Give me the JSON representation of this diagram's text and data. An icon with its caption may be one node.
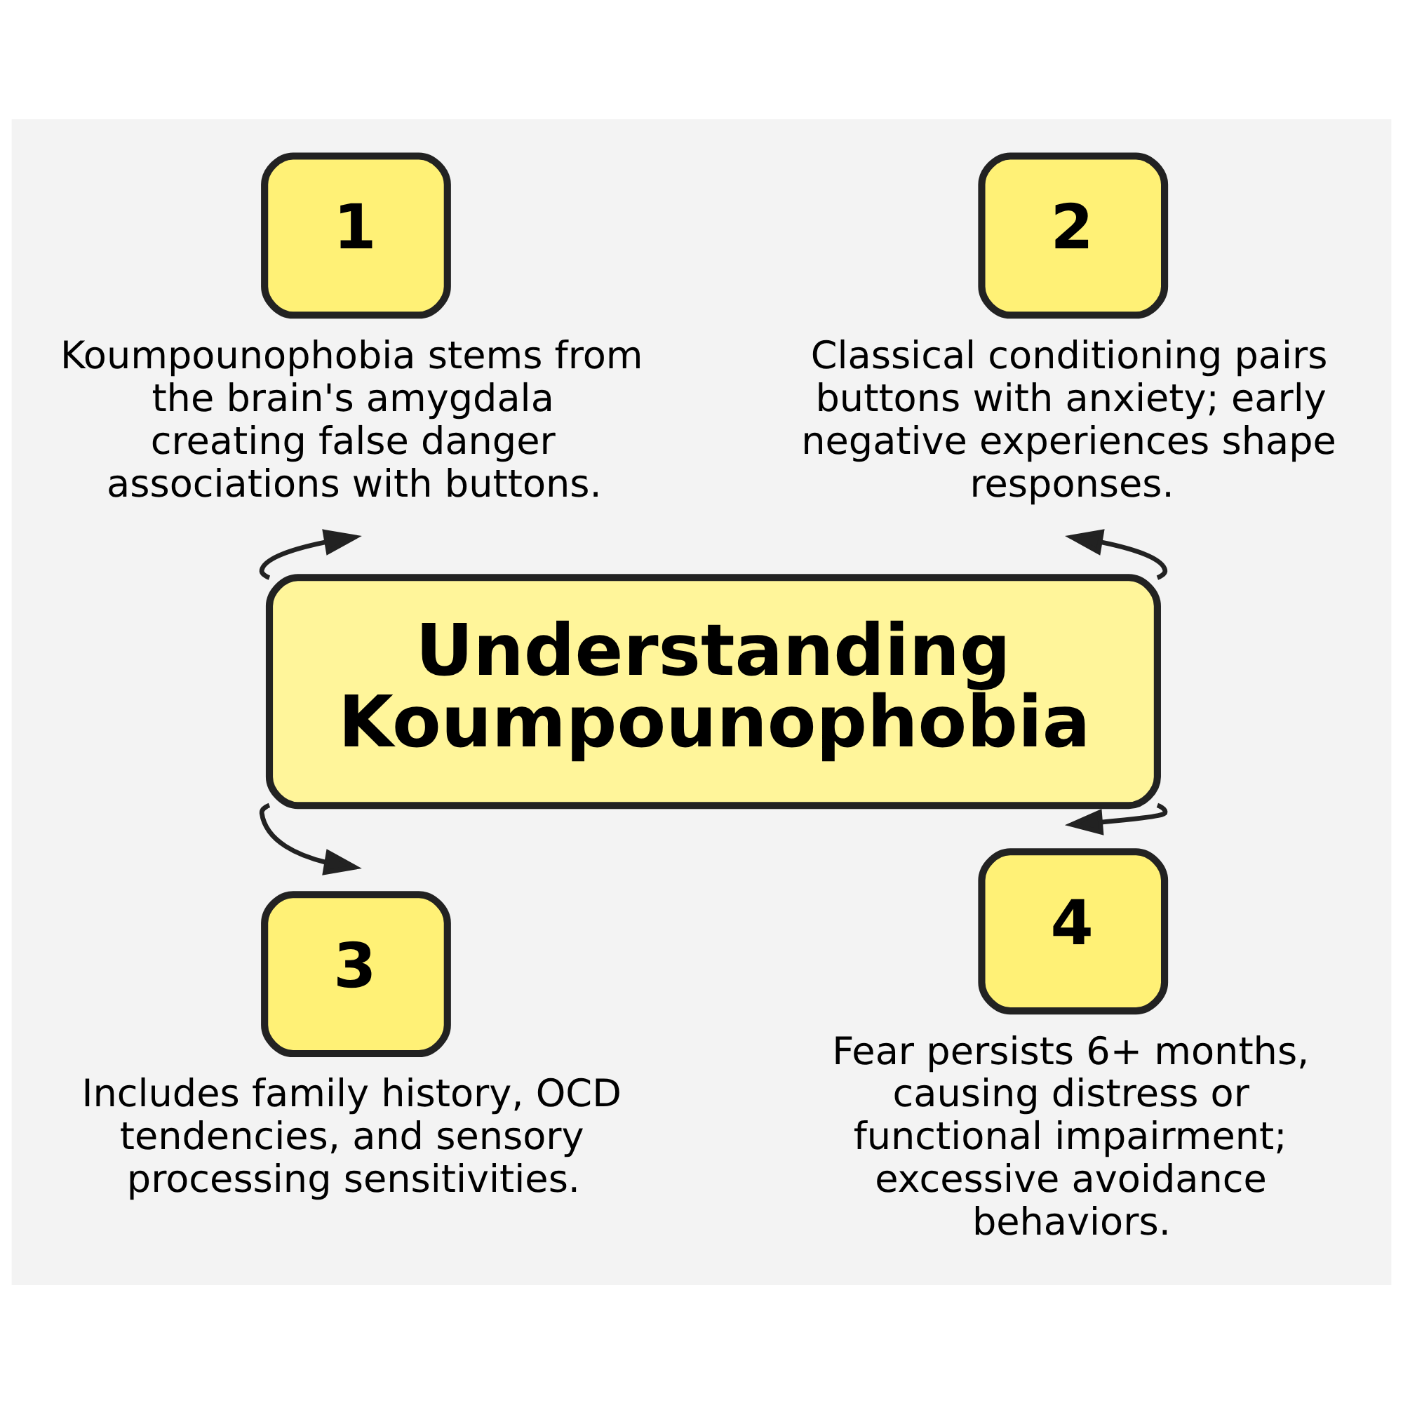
{
  "diagram": {
    "nodes": [
      {
        "text": [
          "Understanding Koumpounophobia"
        ]
      },
      {
        "text": [
          "1",
          "Koumpounophobia stems from the brain's amygdala creating false danger associations with buttons."
        ]
      },
      {
        "text": [
          "2",
          "Classical conditioning pairs buttons with anxiety; early negative experiences shape responses."
        ]
      },
      {
        "text": [
          "3",
          "Includes family history, OCD tendencies, and sensory processing sensitivities."
        ]
      },
      {
        "text": [
          "4",
          "Fear persists 6+ months, causing distress or functional impairment; excessive avoidance behaviors."
        ]
      }
    ],
    "edges": [
      {
        "from": 0,
        "to": 1,
        "arrow": "to"
      },
      {
        "from": 0,
        "to": 2,
        "arrow": "to"
      },
      {
        "from": 0,
        "to": 3,
        "arrow": "to"
      },
      {
        "from": 0,
        "to": 4,
        "arrow": "to"
      }
    ]
  }
}
